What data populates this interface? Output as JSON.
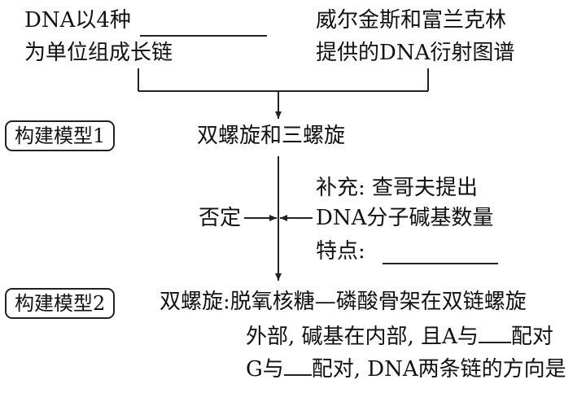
{
  "top_left": {
    "line1_prefix": "DNA以4种",
    "line2": "为单位组成长链"
  },
  "top_right": {
    "line1": "威尔金斯和富兰克林",
    "line2": "提供的DNA衍射图谱"
  },
  "model1": {
    "box_label": "构建模型1",
    "result": "双螺旋和三螺旋"
  },
  "negation": "否定",
  "supplement": {
    "line1": "补充: 查哥夫提出",
    "line2": "DNA分子碱基数量",
    "line3_prefix": "特点:"
  },
  "model2": {
    "box_label": "构建模型2",
    "line1": "双螺旋:脱氧核糖—磷酸骨架在双链螺旋",
    "line2_a": "外部, 碱基在内部, 且A与",
    "line2_b": "配对",
    "line3_a": "G与",
    "line3_b": "配对, DNA两条链的方向是"
  }
}
